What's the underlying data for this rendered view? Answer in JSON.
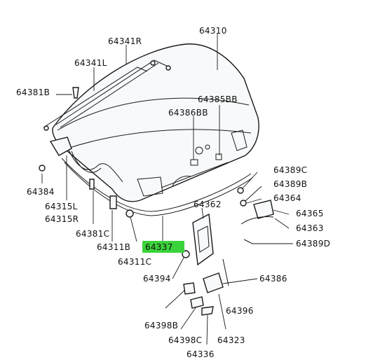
{
  "diagram": {
    "highlight_color": "#3bd33b",
    "callouts": [
      {
        "id": "64310",
        "text": "64310"
      },
      {
        "id": "64341R",
        "text": "64341R"
      },
      {
        "id": "64341L",
        "text": "64341L"
      },
      {
        "id": "64381B",
        "text": "64381B"
      },
      {
        "id": "64385BB",
        "text": "64385BB"
      },
      {
        "id": "64386BB",
        "text": "64386BB"
      },
      {
        "id": "64384a",
        "text": "64384"
      },
      {
        "id": "64315L",
        "text": "64315L"
      },
      {
        "id": "64315R",
        "text": "64315R"
      },
      {
        "id": "64381C",
        "text": "64381C"
      },
      {
        "id": "64311B",
        "text": "64311B"
      },
      {
        "id": "64337",
        "text": "64337",
        "highlighted": true
      },
      {
        "id": "64311C",
        "text": "64311C"
      },
      {
        "id": "64362",
        "text": "64362"
      },
      {
        "id": "64389C",
        "text": "64389C"
      },
      {
        "id": "64389B",
        "text": "64389B"
      },
      {
        "id": "64364",
        "text": "64364"
      },
      {
        "id": "64365",
        "text": "64365"
      },
      {
        "id": "64363",
        "text": "64363"
      },
      {
        "id": "64389D",
        "text": "64389D"
      },
      {
        "id": "64394",
        "text": "64394"
      },
      {
        "id": "64386",
        "text": "64386"
      },
      {
        "id": "64396",
        "text": "64396"
      },
      {
        "id": "64398B",
        "text": "64398B"
      },
      {
        "id": "64398C",
        "text": "64398C"
      },
      {
        "id": "64323",
        "text": "64323"
      },
      {
        "id": "64336",
        "text": "64336"
      }
    ]
  }
}
